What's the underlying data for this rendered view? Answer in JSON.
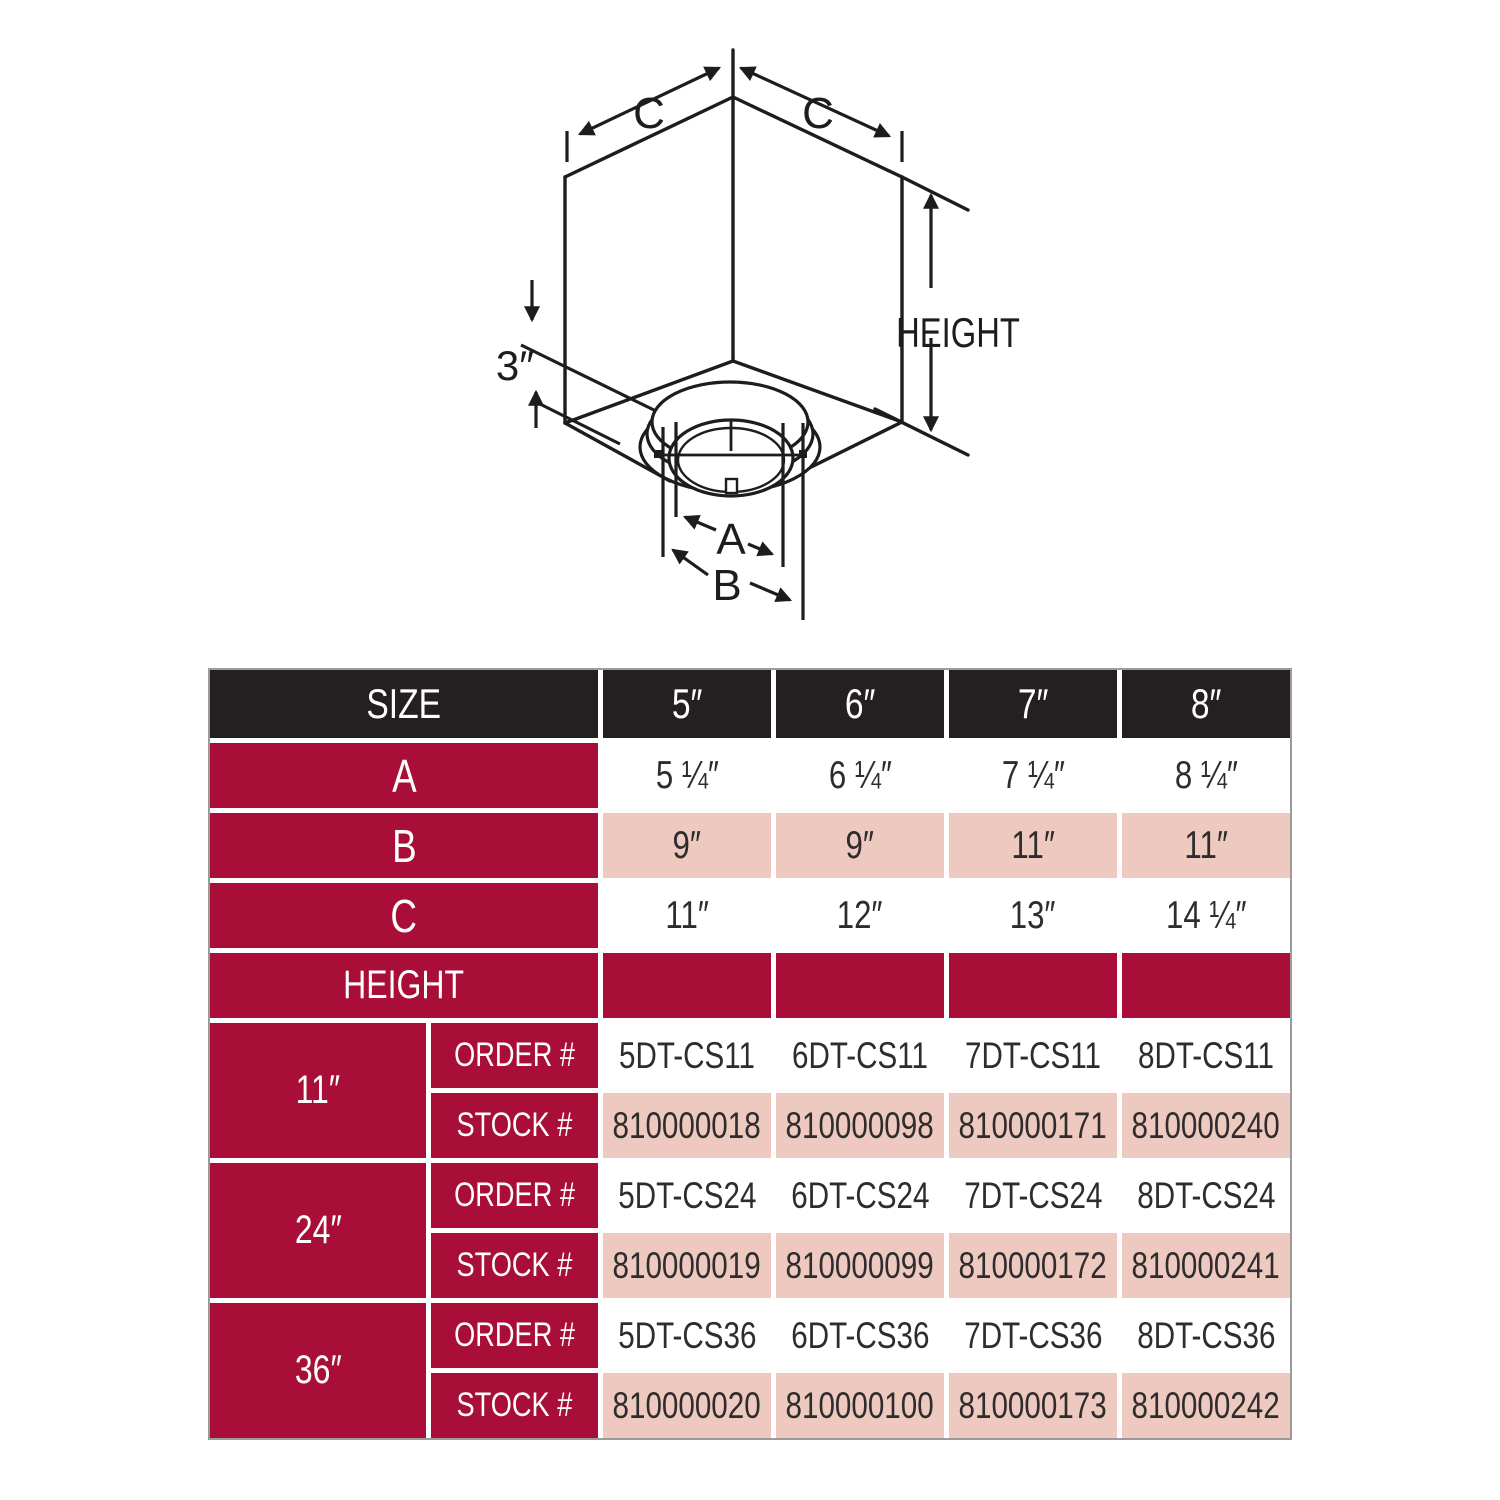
{
  "colors": {
    "table_red": "#A80E38",
    "table_pink": "#EDC9BF",
    "table_dark": "#242021",
    "table_border_gray": "#9b9b9b",
    "line_color": "#1d1d1d",
    "value_text": "#2e2c2d"
  },
  "diagram": {
    "label_c_left": "C",
    "label_c_right": "C",
    "label_height": "HEIGHT",
    "label_offset": "3″",
    "label_a": "A",
    "label_b": "B"
  },
  "table": {
    "size_header": "SIZE",
    "size_columns": [
      "5″",
      "6″",
      "7″",
      "8″"
    ],
    "dimension_rows": [
      {
        "label": "A",
        "values": [
          "5 ¼″",
          "6 ¼″",
          "7 ¼″",
          "8 ¼″"
        ]
      },
      {
        "label": "B",
        "values": [
          "9″",
          "9″",
          "11″",
          "11″"
        ]
      },
      {
        "label": "C",
        "values": [
          "11″",
          "12″",
          "13″",
          "14 ¼″"
        ]
      }
    ],
    "height_header": "HEIGHT",
    "order_label": "ORDER #",
    "stock_label": "STOCK #",
    "height_groups": [
      {
        "height": "11″",
        "order_numbers": [
          "5DT-CS11",
          "6DT-CS11",
          "7DT-CS11",
          "8DT-CS11"
        ],
        "stock_numbers": [
          "810000018",
          "810000098",
          "810000171",
          "810000240"
        ]
      },
      {
        "height": "24″",
        "order_numbers": [
          "5DT-CS24",
          "6DT-CS24",
          "7DT-CS24",
          "8DT-CS24"
        ],
        "stock_numbers": [
          "810000019",
          "810000099",
          "810000172",
          "810000241"
        ]
      },
      {
        "height": "36″",
        "order_numbers": [
          "5DT-CS36",
          "6DT-CS36",
          "7DT-CS36",
          "8DT-CS36"
        ],
        "stock_numbers": [
          "810000020",
          "810000100",
          "810000173",
          "810000242"
        ]
      }
    ]
  }
}
